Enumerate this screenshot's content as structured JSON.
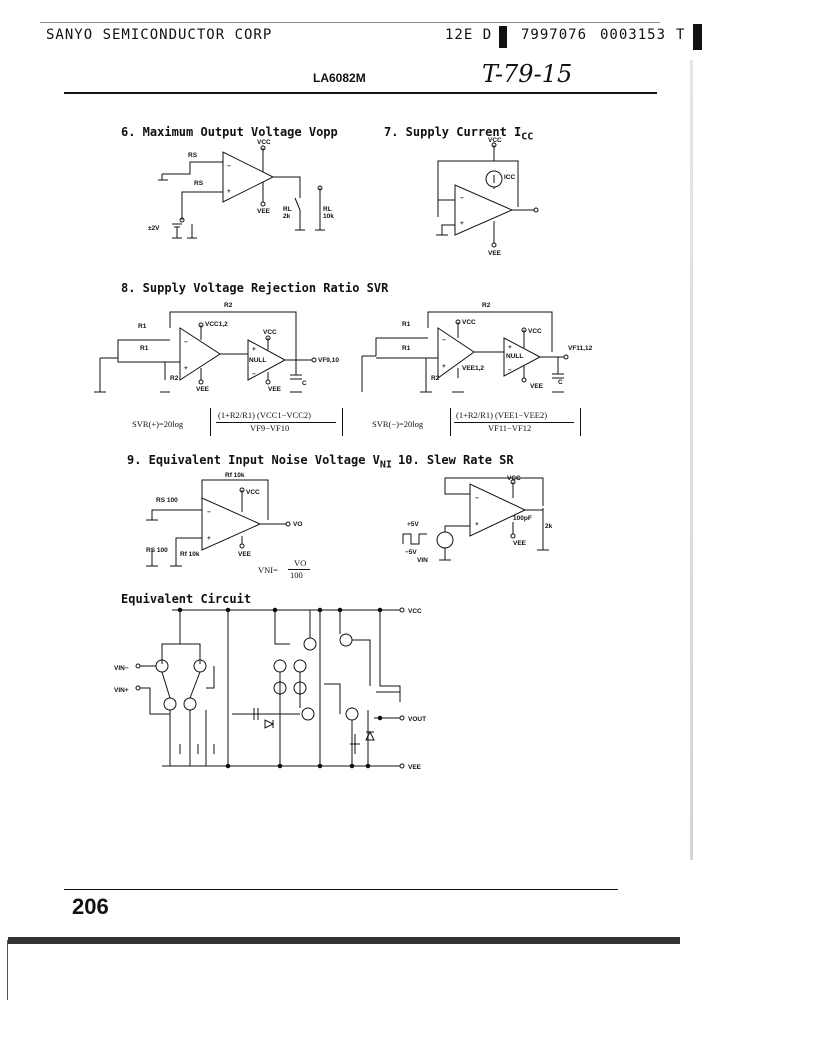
{
  "header": {
    "company": "SANYO SEMICONDUCTOR CORP",
    "code": "12E D",
    "ref1": "7997076",
    "ref2": "0003153",
    "ref3": "T",
    "part": "LA6082M",
    "handwritten": "T-79-15"
  },
  "sections": {
    "s6": {
      "title": "6. Maximum Output Voltage Vopp"
    },
    "s7": {
      "title": "7. Supply Current I",
      "sub": "CC"
    },
    "s8": {
      "title": "8. Supply Voltage Rejection Ratio SVR"
    },
    "s9": {
      "title": "9. Equivalent Input Noise Voltage V",
      "sub": "NI"
    },
    "s10": {
      "title": "10. Slew Rate SR"
    },
    "eq": {
      "title": "Equivalent Circuit"
    }
  },
  "formulas": {
    "svr_plus_lhs": "SVR(+)=20log",
    "svr_plus_num": "(1+R2/R1) (VCC1−VCC2)",
    "svr_plus_den": "VF9−VF10",
    "svr_minus_lhs": "SVR(−)=20log",
    "svr_minus_num": "(1+R2/R1) (VEE1−VEE2)",
    "svr_minus_den": "VF11−VF12",
    "vni_lhs": "VNI=",
    "vni_num": "VO",
    "vni_den": "100"
  },
  "labels": {
    "vcc": "VCC",
    "vee": "VEE",
    "icc": "ICC",
    "rs": "RS",
    "rl": "RL",
    "k2": "2k",
    "k10": "10k",
    "pm2v": "±2V",
    "r1": "R1",
    "r2": "R2",
    "c": "C",
    "null": "NULL",
    "vcc12": "VCC1,2",
    "vee12": "VEE1,2",
    "vf910": "VF9,10",
    "vf1112": "VF11,12",
    "rs100": "RS 100",
    "rf10k": "Rf 10k",
    "rs100b": "RS 100",
    "rfb": "Rf 10k",
    "vo": "VO",
    "p5v": "+5V",
    "m5v": "−5V",
    "vin": "VIN",
    "c100p": "100pF",
    "r2k": "2k",
    "vinm": "VIN−",
    "vinp": "VIN+",
    "vout": "VOUT"
  },
  "footer": {
    "page": "206"
  }
}
